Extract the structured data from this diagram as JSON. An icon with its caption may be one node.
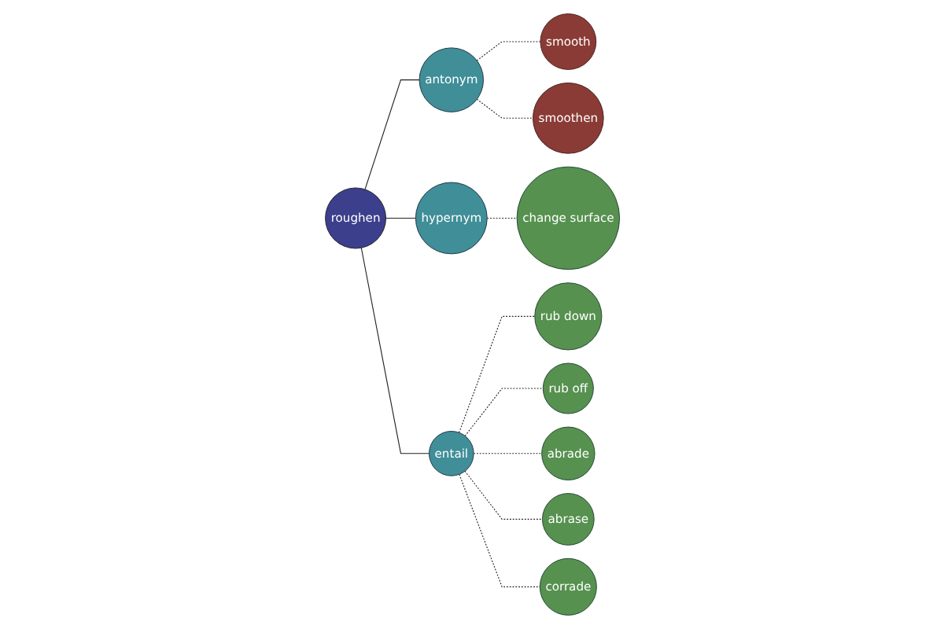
{
  "diagram": {
    "nodes": [
      {
        "text": [
          "roughen"
        ]
      },
      {
        "text": [
          "antonym"
        ]
      },
      {
        "text": [
          "smooth"
        ]
      },
      {
        "text": [
          "smoothen"
        ]
      },
      {
        "text": [
          "hypernym"
        ]
      },
      {
        "text": [
          "change surface"
        ]
      },
      {
        "text": [
          "entail"
        ]
      },
      {
        "text": [
          "rub down"
        ]
      },
      {
        "text": [
          "rub off"
        ]
      },
      {
        "text": [
          "abrade"
        ]
      },
      {
        "text": [
          "abrase"
        ]
      },
      {
        "text": [
          "corrade"
        ]
      }
    ],
    "edges": [
      {
        "from": 0,
        "to": 1,
        "arrow": "none"
      },
      {
        "from": 1,
        "to": 2,
        "arrow": "none",
        "style": "dashed"
      },
      {
        "from": 1,
        "to": 3,
        "arrow": "none",
        "style": "dashed"
      },
      {
        "from": 0,
        "to": 4,
        "arrow": "none"
      },
      {
        "from": 4,
        "to": 5,
        "arrow": "none",
        "style": "dashed"
      },
      {
        "from": 0,
        "to": 6,
        "arrow": "none"
      },
      {
        "from": 6,
        "to": 7,
        "arrow": "none",
        "style": "dashed"
      },
      {
        "from": 6,
        "to": 8,
        "arrow": "none",
        "style": "dashed"
      },
      {
        "from": 6,
        "to": 9,
        "arrow": "none",
        "style": "dashed"
      },
      {
        "from": 6,
        "to": 10,
        "arrow": "none",
        "style": "dashed"
      },
      {
        "from": 6,
        "to": 11,
        "arrow": "none",
        "style": "dashed"
      }
    ]
  }
}
